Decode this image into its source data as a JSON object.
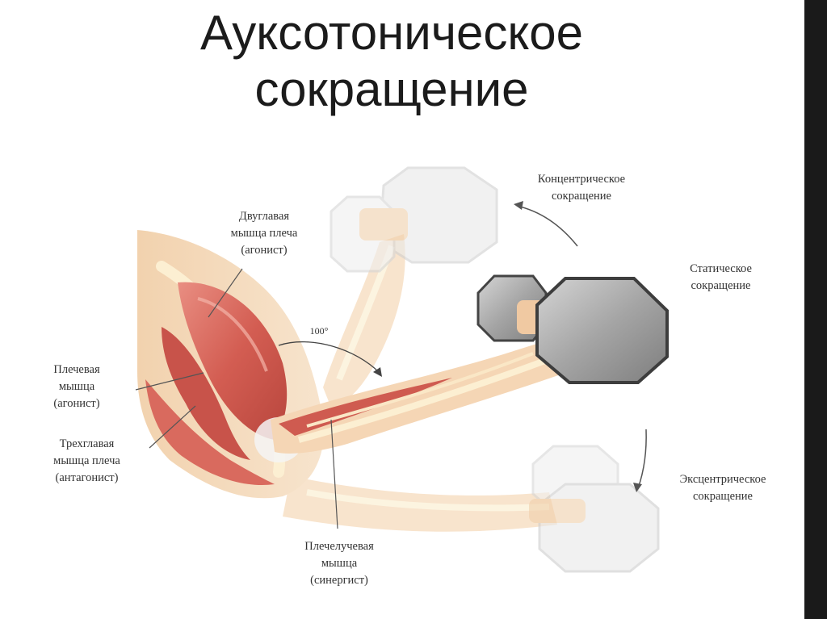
{
  "title": {
    "line1": "Ауксотоническое",
    "line2": "сокращение"
  },
  "labels": {
    "biceps": [
      "Двуглавая",
      "мышца плеча",
      "(агонист)"
    ],
    "brachialis": [
      "Плечевая",
      "мышца",
      "(агонист)"
    ],
    "triceps": [
      "Трехглавая",
      "мышца плеча",
      "(антагонист)"
    ],
    "brachioradialis": [
      "Плечелучевая",
      "мышца",
      "(синергист)"
    ],
    "concentric": [
      "Концентрическое",
      "сокращение"
    ],
    "static": [
      "Статическое",
      "сокращение"
    ],
    "eccentric": [
      "Эксцентрическое",
      "сокращение"
    ],
    "angle": "100°"
  },
  "colors": {
    "muscle": "#d9675c",
    "skin": "#f6d9b9",
    "bone": "#fbecc8",
    "dumbbell_dark": "#6b6b6b",
    "dumbbell_faded": "#e3e3e3"
  }
}
